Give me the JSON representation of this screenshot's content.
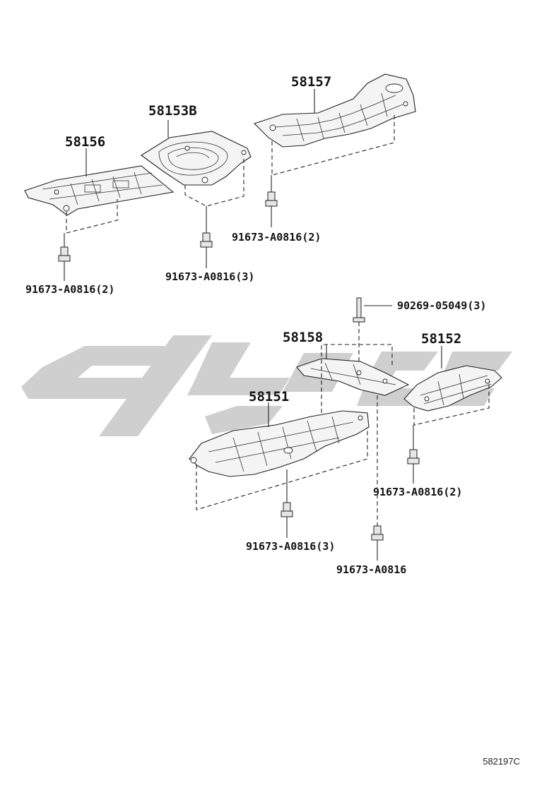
{
  "parts": [
    {
      "id": "p58157",
      "number": "58157"
    },
    {
      "id": "p58153b",
      "number": "58153B"
    },
    {
      "id": "p58156",
      "number": "58156"
    },
    {
      "id": "p58158",
      "number": "58158"
    },
    {
      "id": "p58152",
      "number": "58152"
    },
    {
      "id": "p58151",
      "number": "58151"
    }
  ],
  "fasteners": [
    {
      "id": "f1",
      "label": "91673-A0816(2)"
    },
    {
      "id": "f2",
      "label": "91673-A0816(3)"
    },
    {
      "id": "f3",
      "label": "91673-A0816(2)"
    },
    {
      "id": "f4",
      "label": "90269-05049(3)"
    },
    {
      "id": "f5",
      "label": "91673-A0816(2)"
    },
    {
      "id": "f6",
      "label": "91673-A0816(3)"
    },
    {
      "id": "f7",
      "label": "91673-A0816"
    }
  ],
  "reference_code": "582197C",
  "watermark": {
    "color": "#cfcfcf"
  }
}
